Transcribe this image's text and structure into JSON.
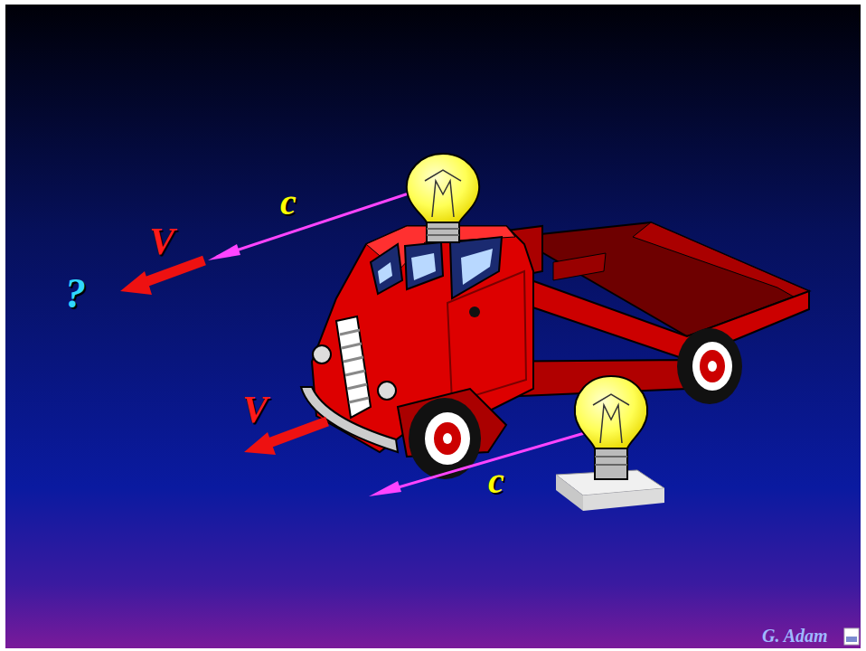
{
  "diagram": {
    "labels": [
      "c",
      "V",
      "?",
      "V",
      "c",
      "G. Adam"
    ]
  }
}
